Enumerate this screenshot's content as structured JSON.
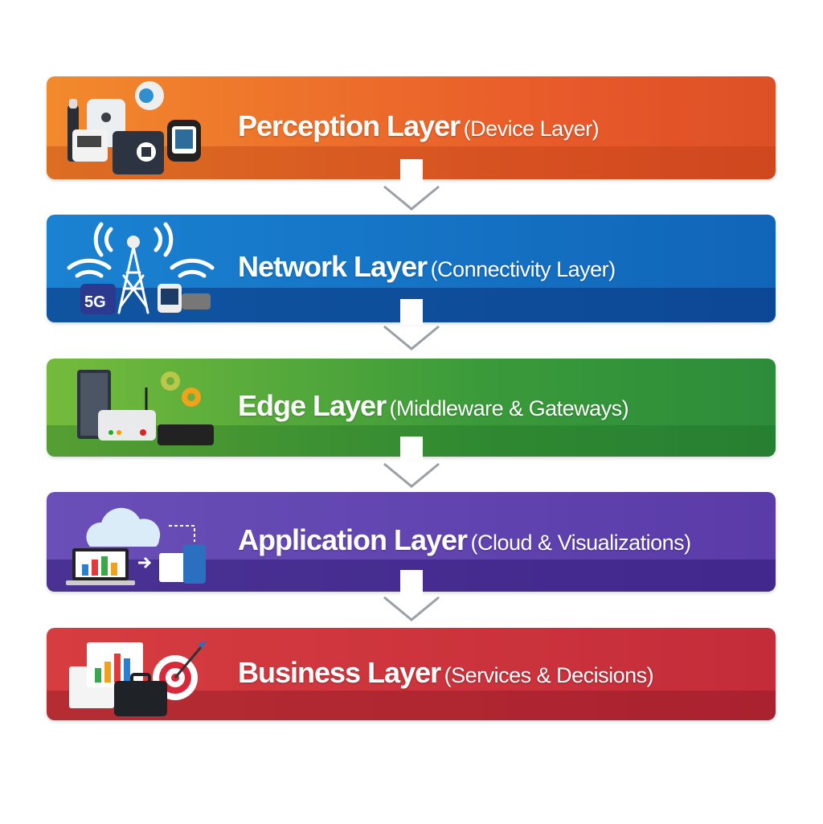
{
  "layers": [
    {
      "name": "Perception Layer",
      "detail": "(Device Layer)",
      "icon": "iot-devices-icon",
      "color_top": "#f28a2c",
      "color_bottom": "#dd4f26"
    },
    {
      "name": "Network Layer",
      "detail": "(Connectivity Layer)",
      "icon": "network-tower-icon",
      "icon_text": "5G",
      "color_top": "#1a82d2",
      "color_bottom": "#0d4b9a"
    },
    {
      "name": "Edge Layer",
      "detail": "(Middleware & Gateways)",
      "icon": "edge-gateway-icon",
      "color_top": "#74bb3c",
      "color_bottom": "#2c8c3a"
    },
    {
      "name": "Application Layer",
      "detail": "(Cloud & Visualizations)",
      "icon": "cloud-dashboard-icon",
      "color_top": "#6a4fb8",
      "color_bottom": "#46288f"
    },
    {
      "name": "Business Layer",
      "detail": "(Services & Decisions)",
      "icon": "business-target-icon",
      "color_top": "#d63d40",
      "color_bottom": "#b01e33"
    }
  ]
}
